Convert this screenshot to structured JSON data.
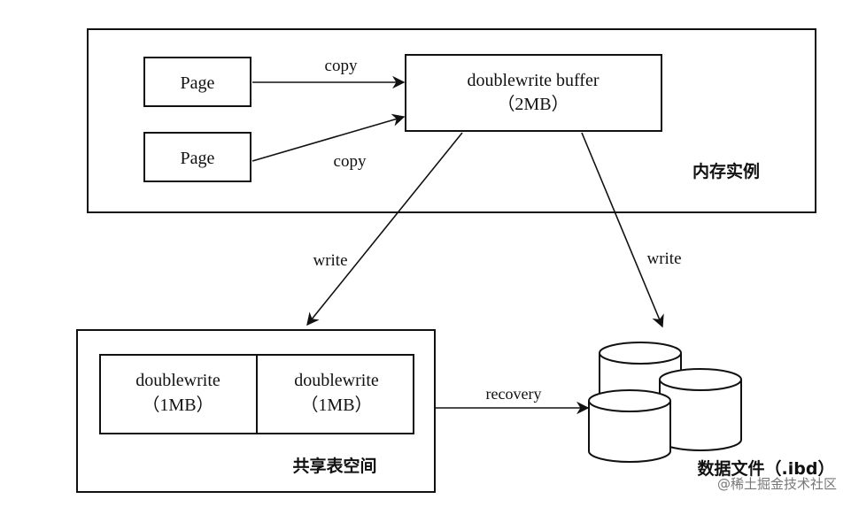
{
  "memory_instance": {
    "label": "内存实例",
    "pages": [
      {
        "label": "Page",
        "edge_label": "copy"
      },
      {
        "label": "Page",
        "edge_label": "copy"
      }
    ],
    "buffer": {
      "line1": "doublewrite buffer",
      "line2": "（2MB）"
    }
  },
  "shared_tablespace": {
    "label": "共享表空间",
    "segments": [
      {
        "line1": "doublewrite",
        "line2": "（1MB）"
      },
      {
        "line1": "doublewrite",
        "line2": "（1MB）"
      }
    ]
  },
  "edges": {
    "write_to_tablespace": "write",
    "write_to_datafile": "write",
    "recovery": "recovery"
  },
  "data_files": {
    "label": "数据文件（.ibd）"
  },
  "watermark": "@稀土掘金技术社区"
}
